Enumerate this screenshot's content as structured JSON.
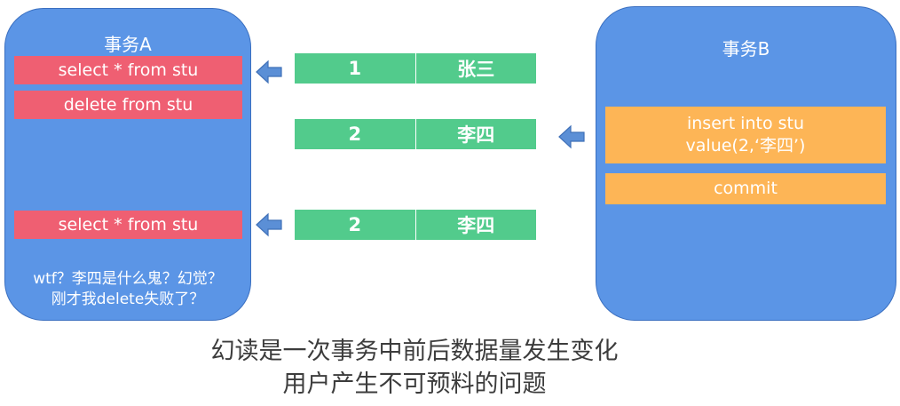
{
  "transaction_a": {
    "title": "事务A",
    "statements": [
      "select * from stu",
      "delete from stu",
      "select * from stu"
    ],
    "note_line1": "wtf？李四是什么鬼？幻觉？",
    "note_line2": "刚才我delete失败了？"
  },
  "transaction_b": {
    "title": "事务B",
    "insert_line1": "insert into stu",
    "insert_line2": "value(2,‘李四’)",
    "commit": "commit"
  },
  "data_rows": [
    {
      "id": "1",
      "name": "张三"
    },
    {
      "id": "2",
      "name": "李四"
    },
    {
      "id": "2",
      "name": "李四"
    }
  ],
  "caption": {
    "line1": "幻读是一次事务中前后数据量发生变化",
    "line2": "用户产生不可预料的问题"
  },
  "colors": {
    "panel": "#5b95e6",
    "statement_a": "#ef5f72",
    "statement_b": "#fdb556",
    "row": "#52cb8c",
    "arrow": "#5b8fd6"
  }
}
